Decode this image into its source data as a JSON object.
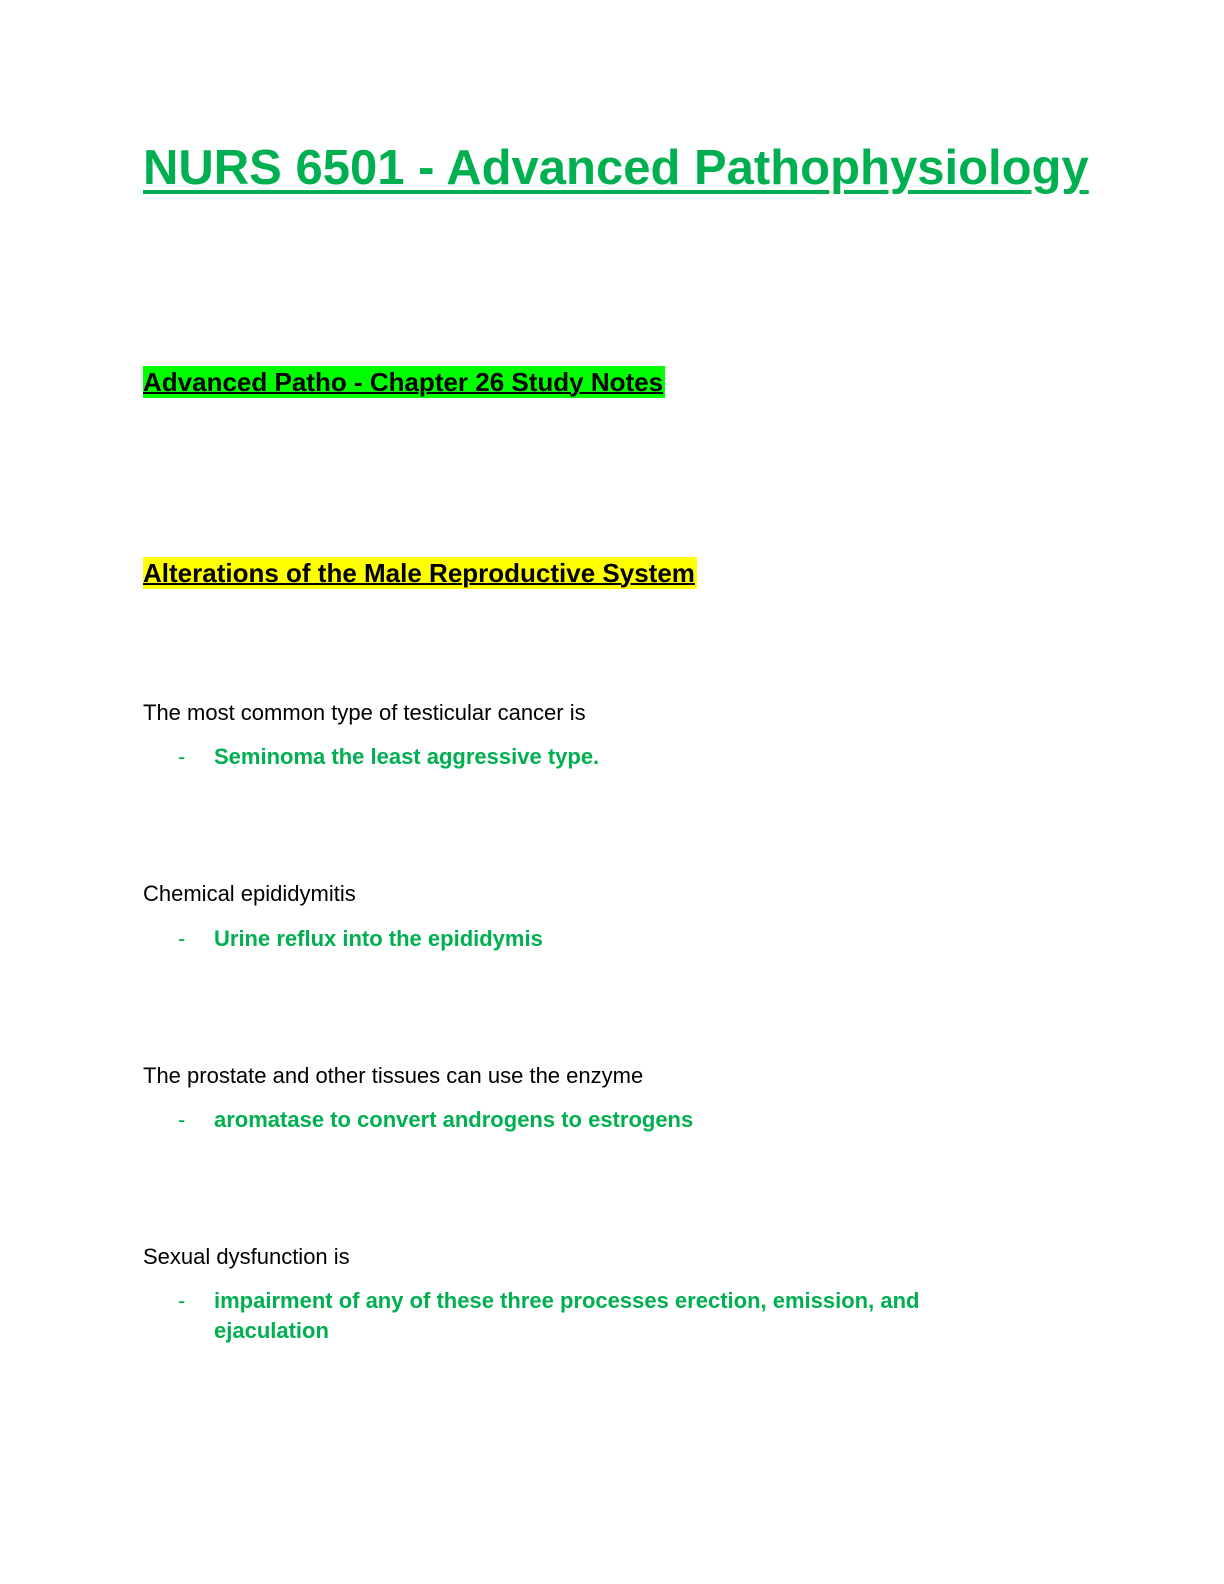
{
  "title": "NURS 6501 - Advanced Pathophysiology",
  "subtitle": "Advanced Patho - Chapter 26 Study Notes",
  "section": "Alterations of the Male Reproductive System",
  "qa": [
    {
      "q": "The most common type of testicular cancer is",
      "a": "Seminoma the least aggressive type."
    },
    {
      "q": "Chemical epididymitis",
      "a": "Urine reflux into the epididymis"
    },
    {
      "q": "The prostate and other tissues can use the enzyme",
      "a": "aromatase to convert androgens to estrogens"
    },
    {
      "q": "Sexual dysfunction is",
      "a": "impairment of any of these three processes erection, emission, and ejaculation"
    }
  ],
  "bullet": "-",
  "colors": {
    "accent": "#00b050",
    "highlight_green": "#00ff00",
    "highlight_yellow": "#ffff00"
  }
}
